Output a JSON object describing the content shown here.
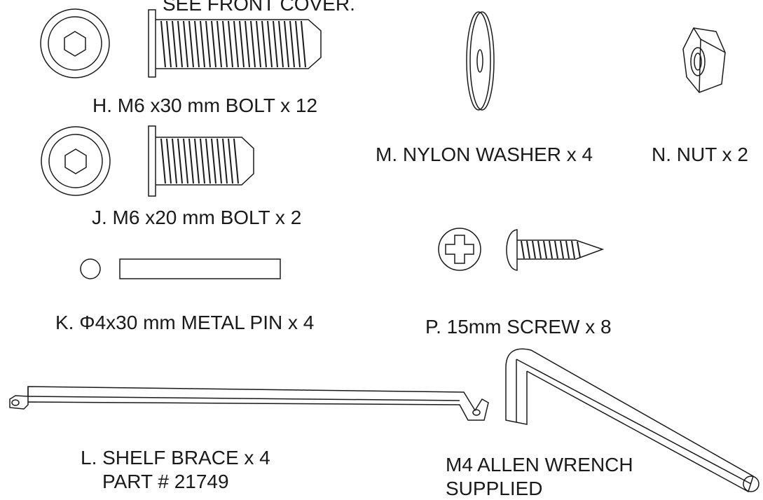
{
  "header_fragment": "SEE FRONT COVER.",
  "parts": {
    "h": {
      "label": "H. M6 x30 mm BOLT x 12"
    },
    "j": {
      "label": "J. M6 x20 mm BOLT x 2"
    },
    "k": {
      "label": "K. Φ4x30 mm METAL PIN x 4"
    },
    "m": {
      "label": "M. NYLON WASHER x 4"
    },
    "n": {
      "label": "N. NUT x 2"
    },
    "p": {
      "label": "P. 15mm SCREW x 8"
    },
    "l": {
      "label_line1": "L. SHELF BRACE x 4",
      "label_line2": "PART # 21749"
    },
    "wrench": {
      "label_line1": "M4 ALLEN WRENCH",
      "label_line2": "SUPPLIED"
    }
  }
}
